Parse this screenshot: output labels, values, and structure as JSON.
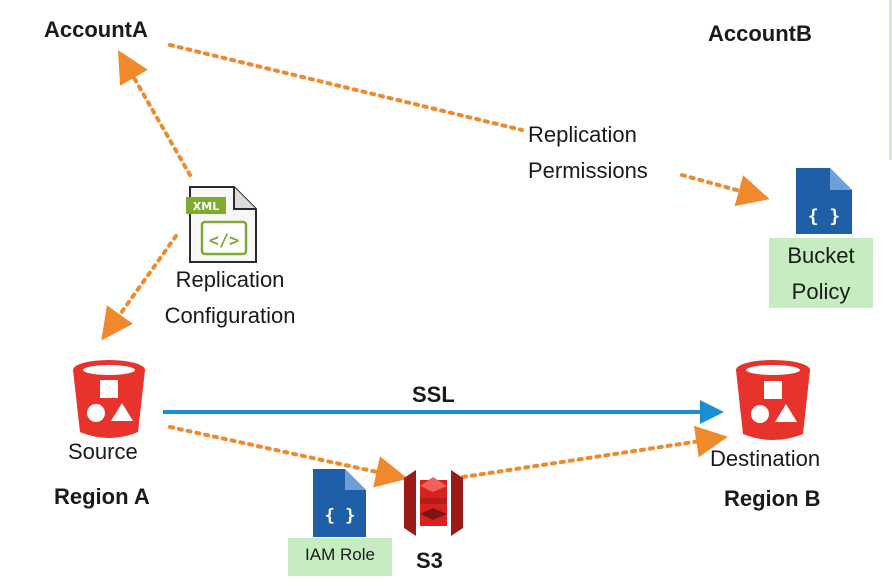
{
  "accounts": {
    "a": "AccountA",
    "b": "AccountB"
  },
  "regions": {
    "a": "Region A",
    "b": "Region B"
  },
  "replication_permissions": {
    "line1": "Replication",
    "line2": "Permissions"
  },
  "replication_configuration": {
    "line1": "Replication",
    "line2": "Configuration",
    "xml_badge": "XML",
    "file_glyph": "</>"
  },
  "bucket_policy": {
    "line1": "Bucket",
    "line2": "Policy",
    "file_glyph": "{ }"
  },
  "source_label": "Source",
  "destination_label": "Destination",
  "ssl_label": "SSL",
  "iam_role": {
    "label": "IAM Role",
    "file_glyph": "{ }"
  },
  "s3_label": "S3",
  "colors": {
    "dotted_arrow": "#f0892c",
    "ssl_arrow": "#1a8fd1",
    "bucket_red": "#e8322c",
    "s3_red": "#d9221e",
    "doc_blue": "#1f5fa8",
    "label_green": "#c7ecc2"
  }
}
